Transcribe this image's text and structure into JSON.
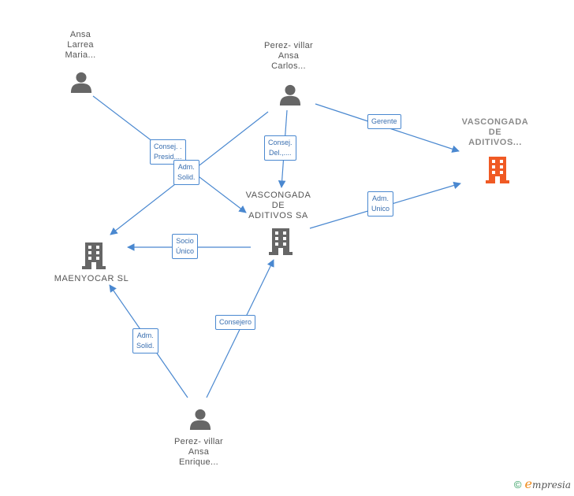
{
  "colors": {
    "edge": "#4a88d0",
    "person": "#666666",
    "company": "#666666",
    "company_highlight": "#f05a24"
  },
  "nodes": {
    "ansa_larrea": {
      "lines": [
        "Ansa",
        "Larrea",
        "Maria..."
      ],
      "icon": "person-icon"
    },
    "perez_carlos": {
      "lines": [
        "Perez- villar",
        "Ansa",
        "Carlos..."
      ],
      "icon": "person-icon"
    },
    "vascongada_main": {
      "lines": [
        "VASCONGADA",
        "DE",
        "ADITIVOS..."
      ],
      "icon": "building-icon"
    },
    "vascongada_sa": {
      "lines": [
        "VASCONGADA",
        "DE",
        "ADITIVOS SA"
      ],
      "icon": "building-icon"
    },
    "maenyocar": {
      "lines": [
        "MAENYOCAR SL"
      ],
      "icon": "building-icon"
    },
    "perez_enrique": {
      "lines": [
        "Perez- villar",
        "Ansa",
        "Enrique..."
      ],
      "icon": "person-icon"
    }
  },
  "edges": {
    "gerente": [
      "Gerente"
    ],
    "consej_presid": [
      "Consej. .",
      "Presid...."
    ],
    "adm_solid_1": [
      "Adm.",
      "Solid."
    ],
    "consej_del": [
      "Consej.",
      "Del.,...."
    ],
    "adm_unico": [
      "Adm.",
      "Unico"
    ],
    "socio_unico": [
      "Socio",
      "Único"
    ],
    "consejero": [
      "Consejero"
    ],
    "adm_solid_2": [
      "Adm.",
      "Solid."
    ]
  },
  "footer": {
    "copyright": "©",
    "brand_first": "e",
    "brand_rest": "mpresia"
  }
}
